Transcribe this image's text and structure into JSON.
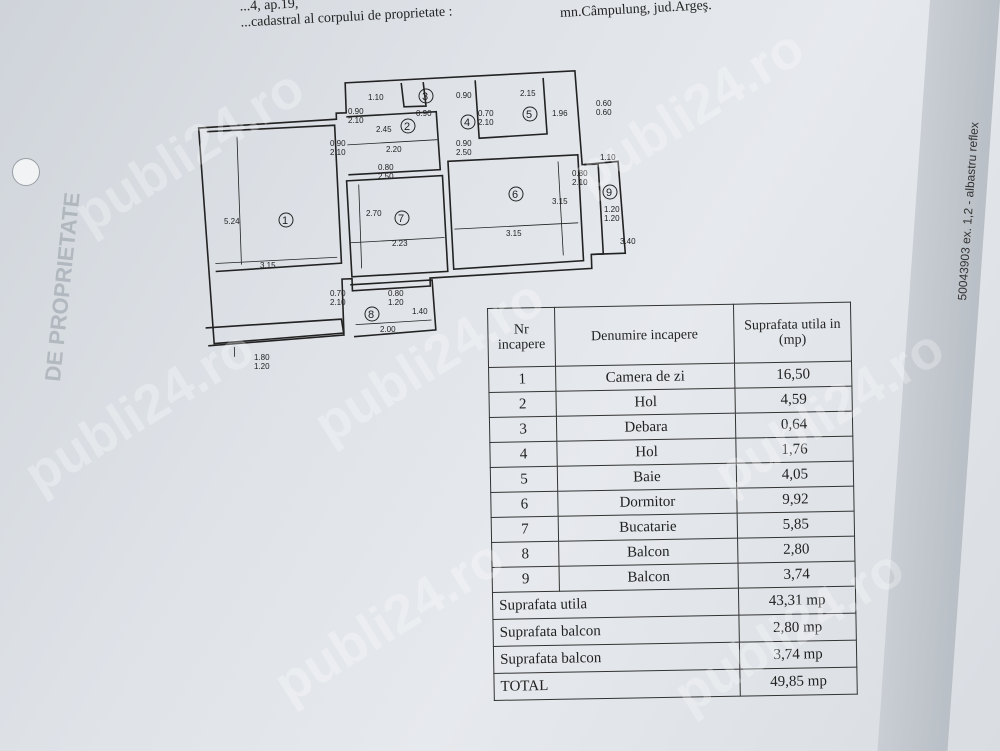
{
  "header": {
    "left_line1": "...4, ap.19,",
    "left_line2": "...cadastral al corpului de proprietate :",
    "right_line": "mn.Câmpulung, jud.Argeş."
  },
  "plan": {
    "rooms": [
      "1",
      "2",
      "3",
      "4",
      "5",
      "6",
      "7",
      "8",
      "9"
    ],
    "dims": {
      "d_110": "1.10",
      "d_090a": "0.90",
      "d_090b": "0.90",
      "d_215": "2.15",
      "d_090_210": "0.90\n2.10",
      "d_245": "2.45",
      "d_070_210": "0.70\n2.10",
      "d_196": "1.96",
      "d_060_060": "0.60\n0.60",
      "d_090_210b": "0.90\n2.10",
      "d_220": "2.20",
      "d_090_250": "0.90\n2.50",
      "d_080_250": "0.80\n2.50",
      "d_080_210": "0.80\n2.10",
      "d_110b": "1.10",
      "d_524": "5.24",
      "d_270": "2.70",
      "d_315a": "3.15",
      "d_120_120": "1.20\n1.20",
      "d_223": "2.23",
      "d_315b": "3.15",
      "d_340": "3.40",
      "d_315c": "3.15",
      "d_070_210b": "0.70\n2.10",
      "d_080_120": "0.80\n1.20",
      "d_140": "1.40",
      "d_200": "2.00",
      "d_180_120": "1.80\n1.20"
    }
  },
  "table": {
    "headers": {
      "nr": "Nr incapere",
      "name": "Denumire incapere",
      "area": "Suprafata utila in (mp)"
    },
    "rows": [
      {
        "nr": "1",
        "name": "Camera de zi",
        "area": "16,50"
      },
      {
        "nr": "2",
        "name": "Hol",
        "area": "4,59"
      },
      {
        "nr": "3",
        "name": "Debara",
        "area": "0,64"
      },
      {
        "nr": "4",
        "name": "Hol",
        "area": "1,76"
      },
      {
        "nr": "5",
        "name": "Baie",
        "area": "4,05"
      },
      {
        "nr": "6",
        "name": "Dormitor",
        "area": "9,92"
      },
      {
        "nr": "7",
        "name": "Bucatarie",
        "area": "5,85"
      },
      {
        "nr": "8",
        "name": "Balcon",
        "area": "2,80"
      },
      {
        "nr": "9",
        "name": "Balcon",
        "area": "3,74"
      }
    ],
    "summary": [
      {
        "label": "Suprafata utila",
        "value": "43,31 mp"
      },
      {
        "label": "Suprafata balcon",
        "value": "2,80 mp"
      },
      {
        "label": "Suprafata balcon",
        "value": "3,74 mp"
      },
      {
        "label": "TOTAL",
        "value": "49,85 mp"
      }
    ]
  },
  "watermark": "publi24.ro",
  "side_text": "50043903 ex. 1,2 - albastru reflex",
  "side_text_left": "DE PROPRIETATE"
}
